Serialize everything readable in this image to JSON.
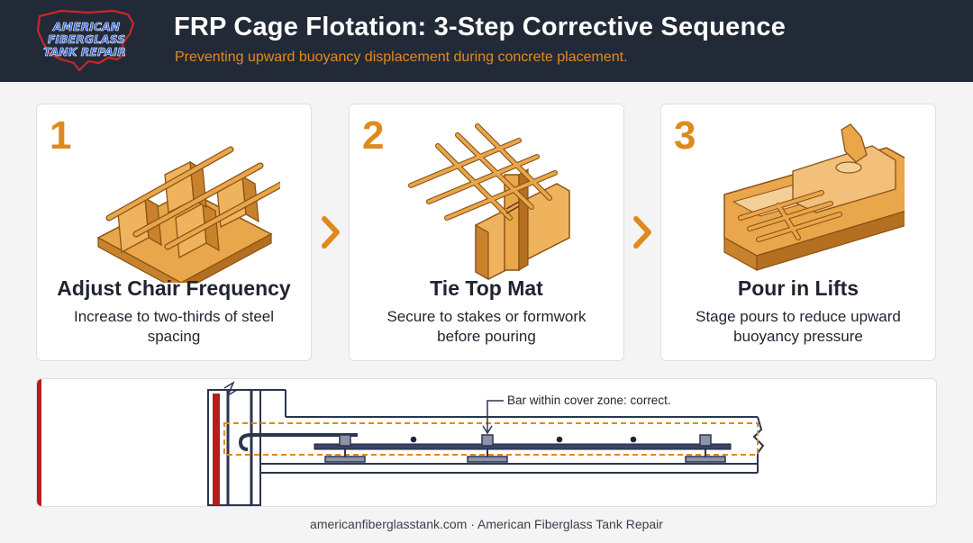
{
  "header": {
    "logo_lines": [
      "AMERICAN",
      "FIBERGLASS",
      "TANK REPAIR"
    ],
    "title": "FRP Cage Flotation: 3-Step Corrective Sequence",
    "subtitle": "Preventing upward buoyancy displacement during concrete placement."
  },
  "steps": [
    {
      "number": "1",
      "title": "Adjust Chair Frequency",
      "description": "Increase to two-thirds of steel spacing"
    },
    {
      "number": "2",
      "title": "Tie Top Mat",
      "description": "Secure to stakes or formwork before pouring"
    },
    {
      "number": "3",
      "title": "Pour in Lifts",
      "description": "Stage pours to reduce upward buoyancy pressure"
    }
  ],
  "diagram": {
    "callout": "Bar within cover zone: correct."
  },
  "footer": "americanfiberglasstank.com · American Fiberglass Tank Repair",
  "colors": {
    "header_bg": "#232a37",
    "accent_orange": "#df8a1c",
    "brand_red": "#b71c1c",
    "steel_navy": "#2c3550",
    "wood": "#e9a64b"
  }
}
